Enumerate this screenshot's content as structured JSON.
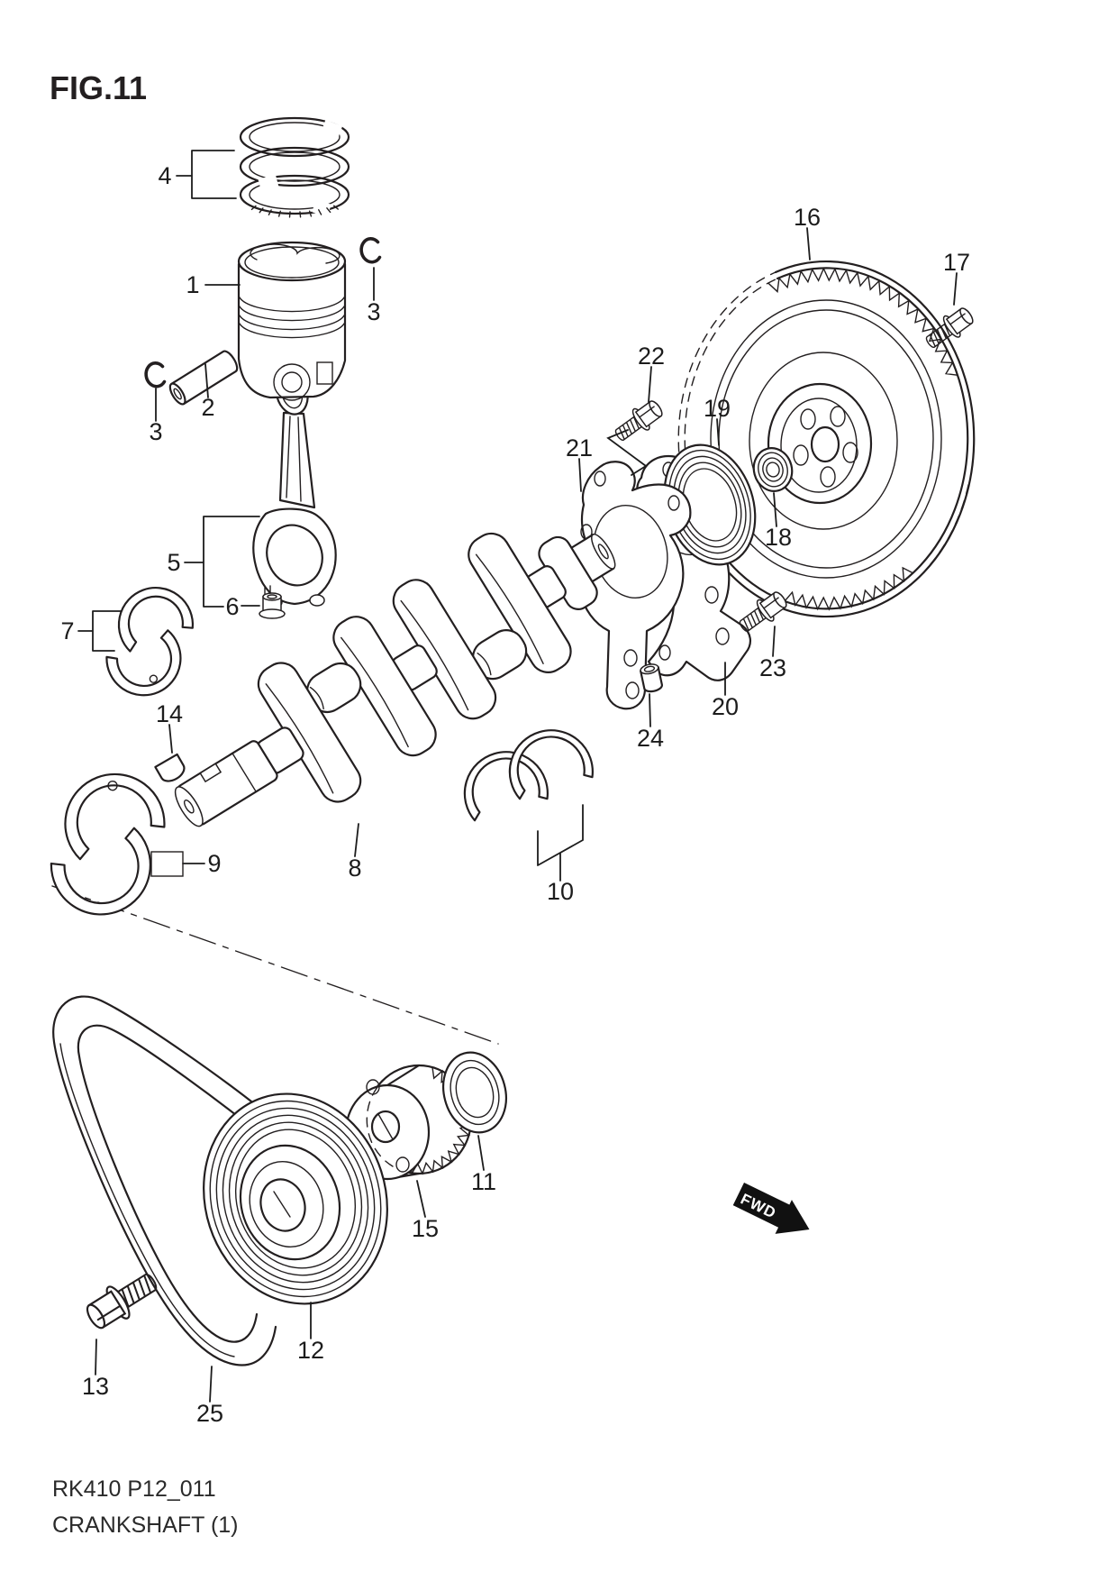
{
  "figure": {
    "title": "FIG.11"
  },
  "footer": {
    "code": "RK410 P12_011",
    "title": "CRANKSHAFT (1)"
  },
  "fwd": {
    "label": "FWD"
  },
  "colors": {
    "line": "#231f20",
    "background": "#ffffff"
  },
  "labels": {
    "p1": "1",
    "p2": "2",
    "p3": "3",
    "p4": "4",
    "p5": "5",
    "p6": "6",
    "p7": "7",
    "p8": "8",
    "p9": "9",
    "p10": "10",
    "p11": "11",
    "p12": "12",
    "p13": "13",
    "p14": "14",
    "p15": "15",
    "p16": "16",
    "p17": "17",
    "p18": "18",
    "p19": "19",
    "p20": "20",
    "p21": "21",
    "p22": "22",
    "p23": "23",
    "p24": "24",
    "p25": "25"
  }
}
